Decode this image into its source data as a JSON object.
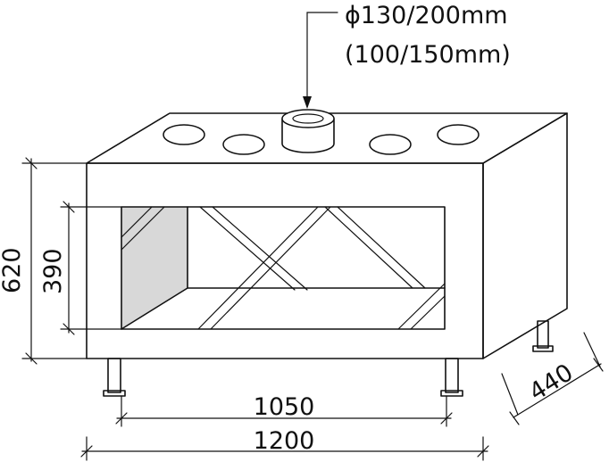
{
  "annotations": {
    "flue_primary": "ϕ130/200mm",
    "flue_secondary": "(100/150mm)"
  },
  "dimensions": {
    "overall_width": "1200",
    "inner_width": "1050",
    "overall_height": "620",
    "opening_height": "390",
    "depth": "440"
  },
  "colors": {
    "line": "#111111",
    "shade": "#d8d8d8",
    "background": "#ffffff"
  }
}
